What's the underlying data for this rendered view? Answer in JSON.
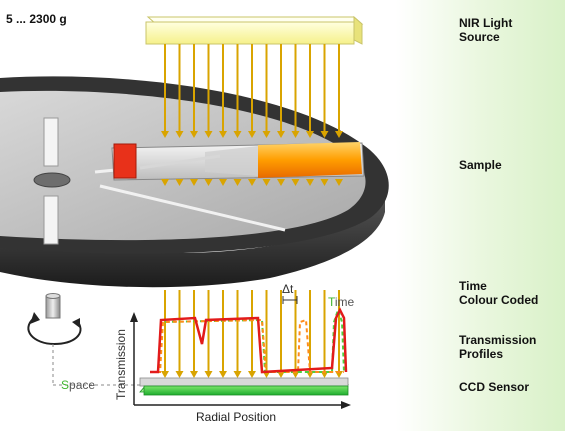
{
  "speed_range": "5 ... 2300 g",
  "labels": {
    "light_source": [
      "NIR Light",
      "Source"
    ],
    "sample": "Sample",
    "time": [
      "Time",
      "Colour Coded"
    ],
    "profiles": [
      "Transmission",
      "Profiles"
    ],
    "sensor": "CCD Sensor"
  },
  "graph": {
    "y_axis": "Transmission",
    "x_axis": "Radial Position",
    "delta_t": "Δt",
    "time_first": "T",
    "time_rest": "ime",
    "space_first": "S",
    "space_rest": "pace"
  },
  "colors": {
    "disk_top": "#c8c8c8",
    "disk_rim": "#3a3a3a",
    "light_source": "#ffffb0",
    "beam": "#d9a400",
    "sample_orange": "#ff9a00",
    "sensor_green": "#2ecc40",
    "profile_red": "#e21b1b",
    "profile_green": "#4fcf3f",
    "profile_orange": "#ff8c1a"
  }
}
